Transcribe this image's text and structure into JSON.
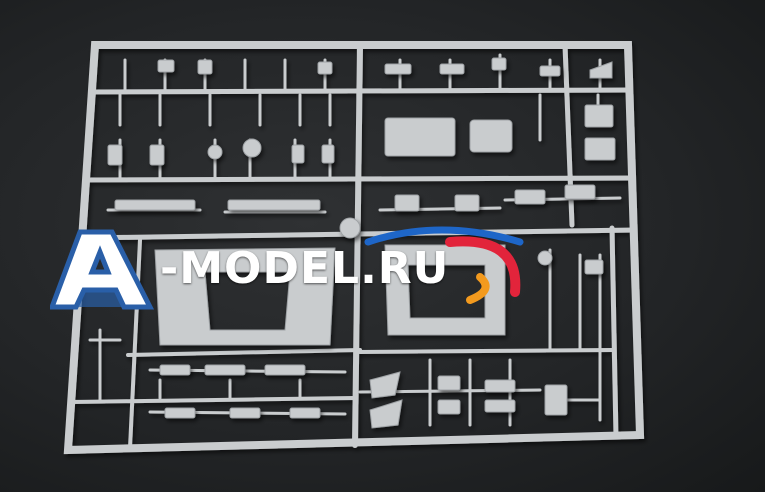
{
  "photo": {
    "subject": "plastic-model-sprue",
    "colors": {
      "background": "#232527",
      "plastic": "#c9ccce",
      "plastic_shade": "#9ea2a5"
    }
  },
  "watermark": {
    "text": "-MODEL.RU",
    "logo_letter": "A",
    "colors": {
      "logo_fill": "#ffffff",
      "logo_blue": "#2a5fa8",
      "arc_blue": "#1e66c8",
      "arc_red": "#e2243b",
      "arc_orange": "#f39a1e"
    }
  }
}
